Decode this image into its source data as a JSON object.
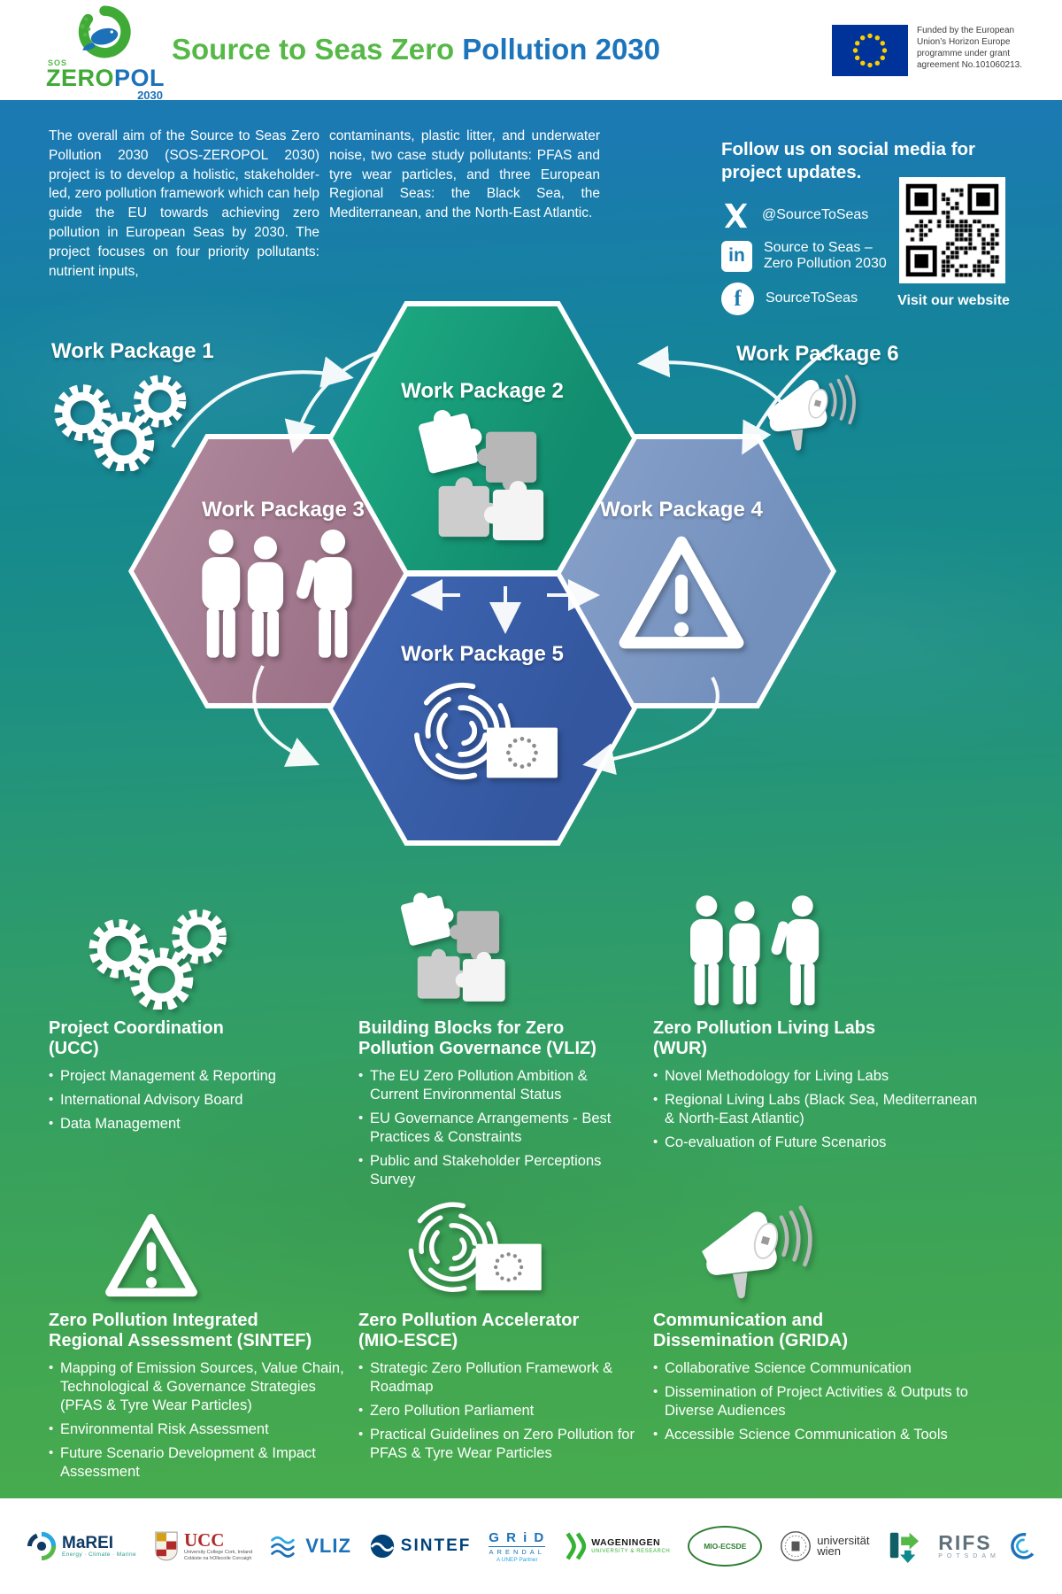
{
  "header": {
    "logo": {
      "sos": "SOS",
      "zero": "ZERO",
      "pol": "POL",
      "year": "2030"
    },
    "title_green": "Source to Seas Zero",
    "title_blue": "Pollution 2030",
    "funding_text": "Funded by the European Union’s Horizon Europe programme under grant agreement No.101060213."
  },
  "intro": {
    "col1": "The overall aim of the Source to Seas Zero Pollution 2030 (SOS-ZEROPOL 2030) project is to develop a holistic, stakeholder-led, zero pollution framework which can help guide the EU towards achieving zero pollution in European Seas by 2030. The project focuses on four priority pollutants: nutrient inputs,",
    "col2": "contaminants, plastic litter, and underwater noise, two case study pollutants: PFAS and tyre wear particles, and three European Regional Seas: the Black Sea, the Mediterranean, and the North-East Atlantic."
  },
  "social": {
    "heading": "Follow us on social media for project updates.",
    "twitter_handle": "@SourceToSeas",
    "linkedin_name": "Source to Seas –\nZero Pollution 2030",
    "facebook_name": "SourceToSeas",
    "website_cta": "Visit our website"
  },
  "work_packages": {
    "wp1": "Work Package 1",
    "wp2": "Work Package 2",
    "wp3": "Work Package 3",
    "wp4": "Work Package 4",
    "wp5": "Work Package 5",
    "wp6": "Work Package 6"
  },
  "sections": [
    {
      "title": "Project Coordination (UCC)",
      "bullets": [
        "Project Management & Reporting",
        "International Advisory Board",
        "Data Management"
      ]
    },
    {
      "title": "Building Blocks for Zero Pollution Governance (VLIZ)",
      "bullets": [
        "The EU Zero Pollution Ambition & Current Environmental Status",
        "EU Governance Arrangements - Best Practices & Constraints",
        "Public and Stakeholder Perceptions Survey"
      ]
    },
    {
      "title": "Zero Pollution Living Labs (WUR)",
      "bullets": [
        "Novel Methodology for Living Labs",
        "Regional Living Labs (Black Sea, Mediterranean & North-East Atlantic)",
        "Co-evaluation of Future Scenarios"
      ]
    },
    {
      "title": "Zero Pollution Integrated Regional Assessment (SINTEF)",
      "bullets": [
        "Mapping of Emission Sources, Value Chain, Technological & Governance Strategies (PFAS & Tyre Wear Particles)",
        "Environmental Risk Assessment",
        "Future Scenario Development & Impact Assessment"
      ]
    },
    {
      "title": "Zero Pollution Accelerator (MIO-ESCE)",
      "bullets": [
        "Strategic Zero Pollution Framework & Roadmap",
        "Zero Pollution Parliament",
        "Practical Guidelines on Zero Pollution for PFAS & Tyre Wear Particles"
      ]
    },
    {
      "title": "Communication and Dissemination (GRIDA)",
      "bullets": [
        "Collaborative Science Communication",
        "Dissemination of Project Activities & Outputs to Diverse Audiences",
        "Accessible Science Communication & Tools"
      ]
    }
  ],
  "footer": {
    "partners": [
      {
        "label": "MaREI",
        "sub": "Energy · Climate · Marine"
      },
      {
        "label": "UCC",
        "sub": "University College Cork, Ireland",
        "sub2": "Coláiste na hOllscoile Corcaigh"
      },
      {
        "label": "VLIZ"
      },
      {
        "label": "SINTEF"
      },
      {
        "label": "G R i D",
        "sub": "ARENDAL",
        "sub2": "A UNEP Partner"
      },
      {
        "label": "WAGENINGEN",
        "sub": "UNIVERSITY & RESEARCH"
      },
      {
        "label": "MIO-ECSDE"
      },
      {
        "label": "universität",
        "sub": "wien"
      },
      {
        "label": ""
      },
      {
        "label": "RIFS",
        "sub": "POTSDAM"
      }
    ]
  },
  "colors": {
    "title_green": "#56b947",
    "title_blue": "#1c75bc",
    "wp2_green": "#18a47e",
    "wp3_mauve": "#a87e93",
    "wp4_blue_grey": "#7e98c2",
    "wp5_blue": "#3c63b0",
    "eu_blue": "#003399",
    "eu_yellow": "#ffcc00"
  }
}
